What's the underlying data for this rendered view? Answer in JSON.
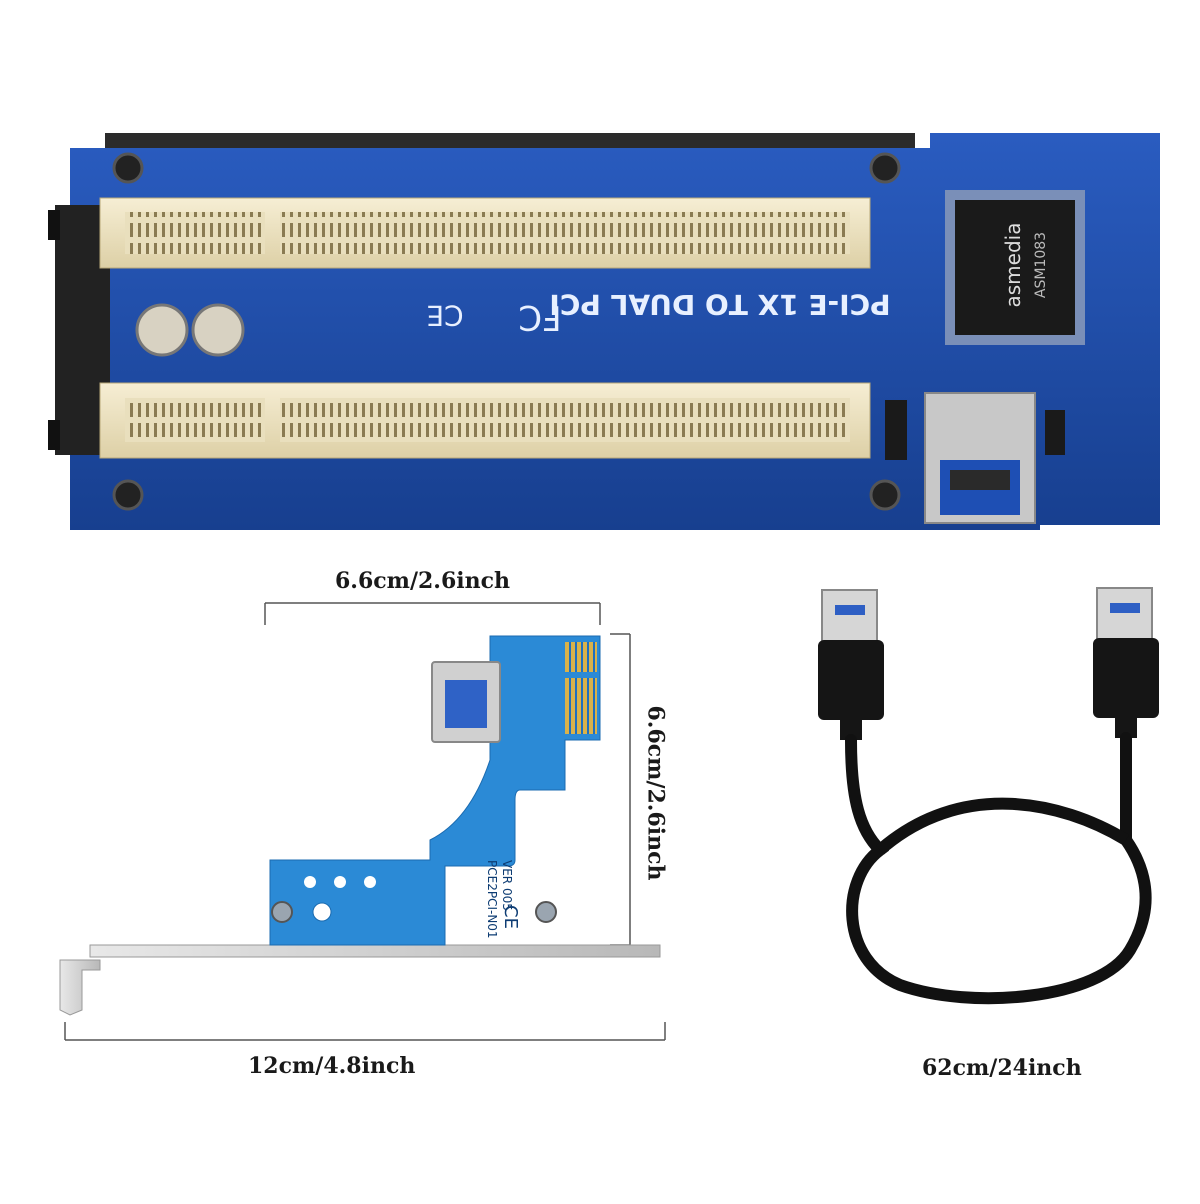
{
  "board": {
    "title": "PCI-E 1X TO DUAL PCI",
    "chip_brand": "asmedia",
    "chip_model": "ASM1083"
  },
  "adapter_card": {
    "model": "PCE2PCI-N01",
    "version": "VER 005",
    "ce_mark": "CE"
  },
  "dimensions": {
    "card_width": "6.6cm/2.6inch",
    "card_height": "6.6cm/2.6inch",
    "bracket_length": "12cm/4.8inch",
    "cable_length": "62cm/24inch"
  },
  "colors": {
    "pcb_blue": "#1f4fa8",
    "slot_ivory": "#efe6c8",
    "cable_black": "#111111"
  }
}
